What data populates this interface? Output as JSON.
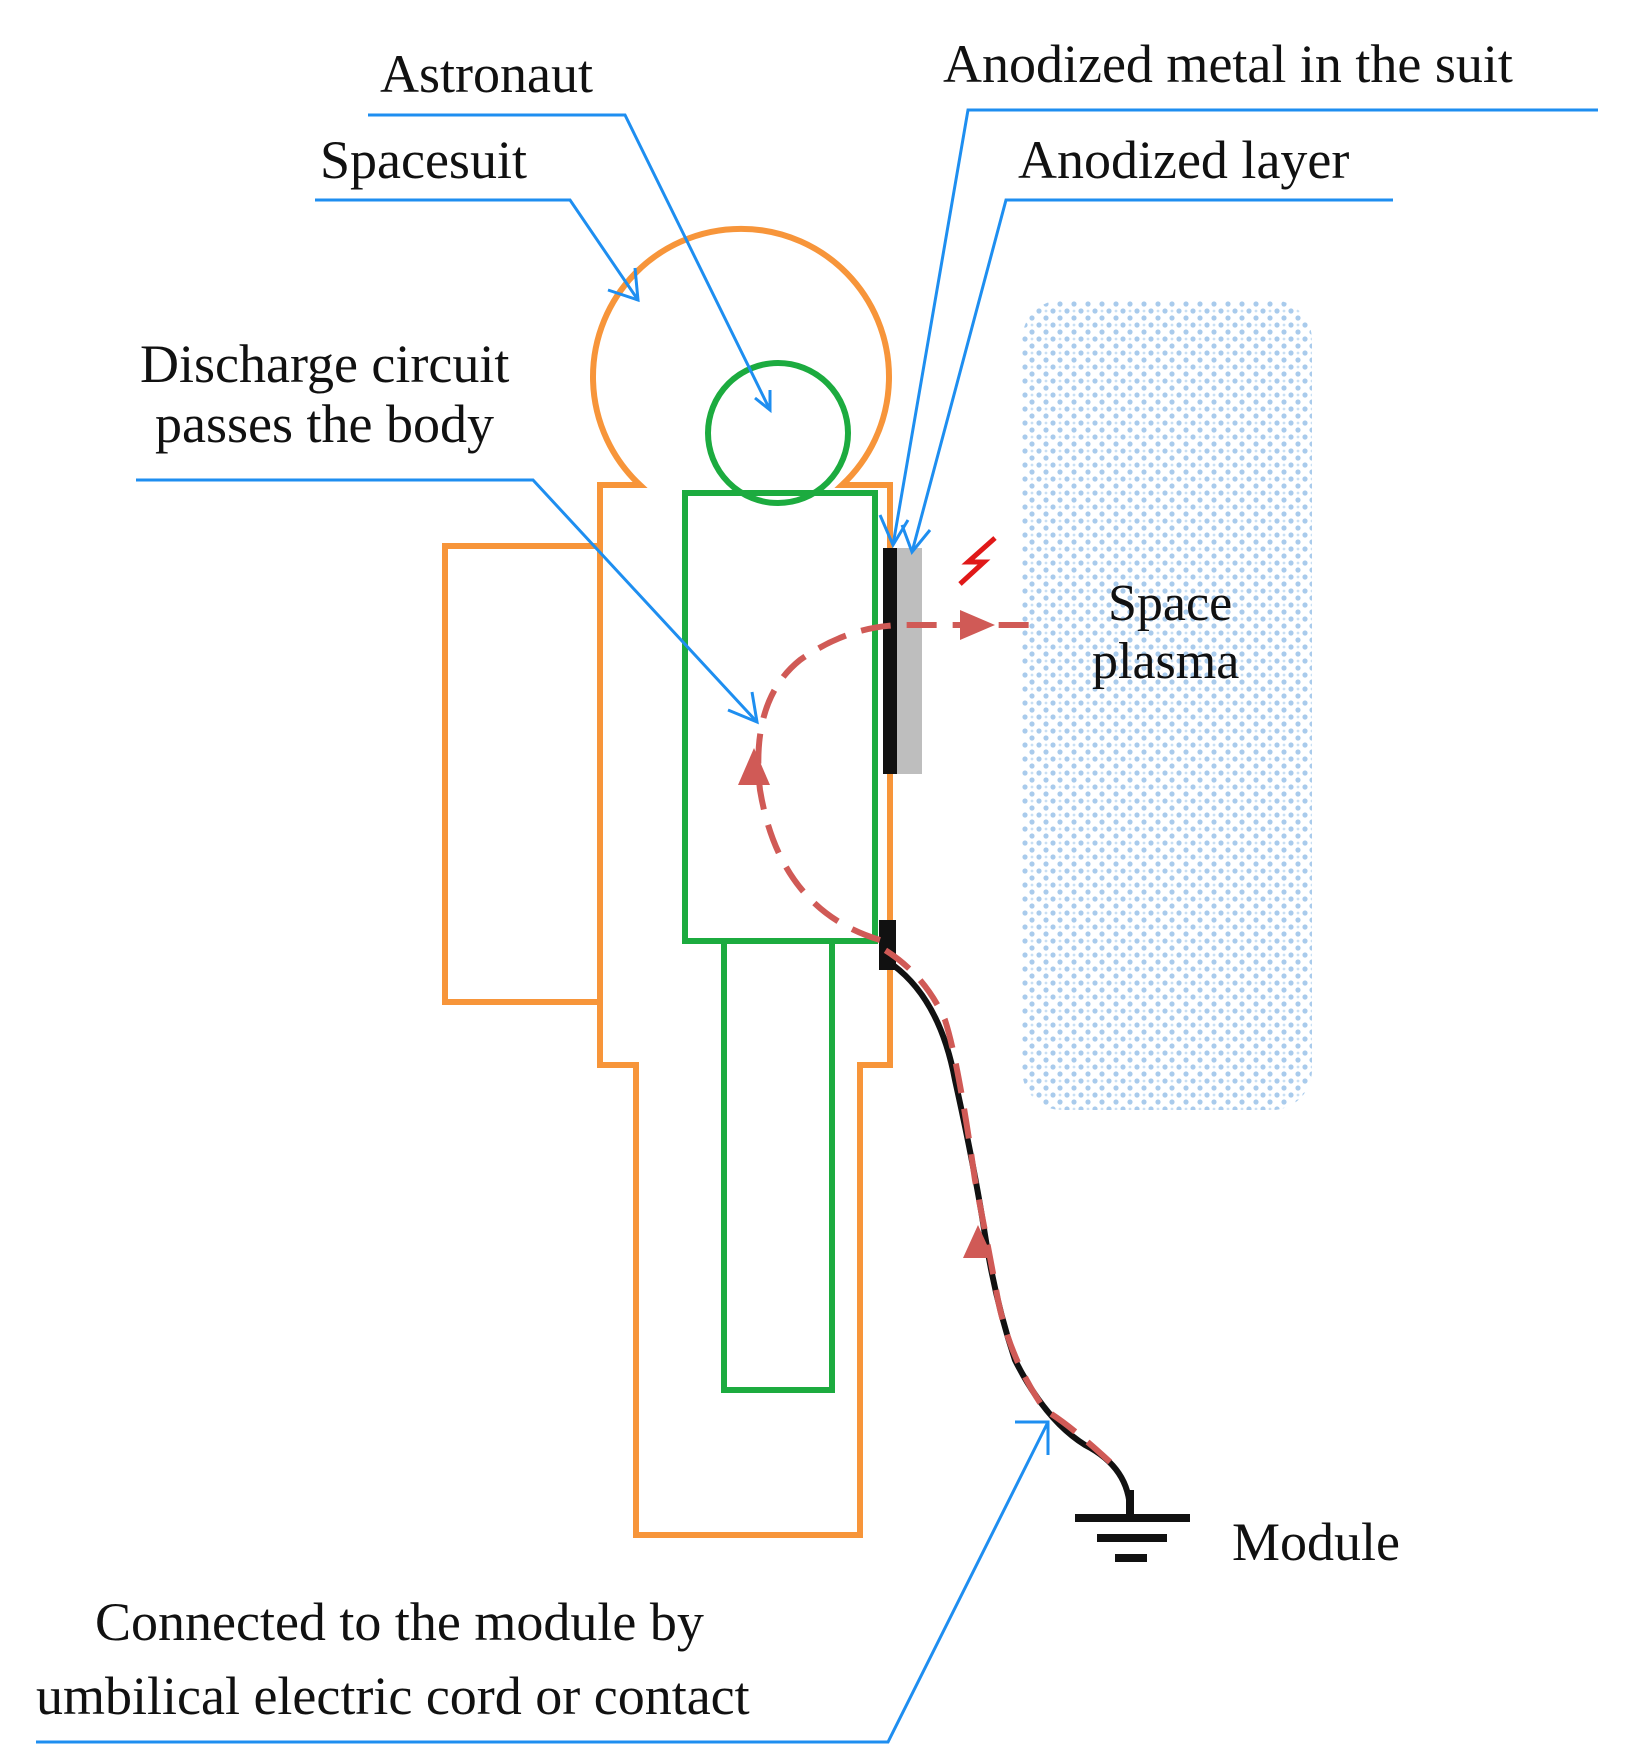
{
  "labels": {
    "astronaut": "Astronaut",
    "spacesuit": "Spacesuit",
    "anodized_metal": "Anodized metal in the suit",
    "anodized_layer": "Anodized layer",
    "discharge_line1": "Discharge circuit",
    "discharge_line2": "passes the body",
    "space_line1": "Space",
    "space_line2": "plasma",
    "module": "Module",
    "connected_line1": "Connected to the module by",
    "connected_line2": "umbilical electric cord or contact"
  },
  "colors": {
    "suit_outline": "#f7953a",
    "body_outline": "#1cab3f",
    "callout": "#1e8ef0",
    "discharge_path": "#d05a56",
    "spark": "#e01818",
    "anodized_layer": "#bebebe",
    "metal": "#111111",
    "plasma_dots": "#a9cbec",
    "text": "#111111"
  },
  "icons": {
    "spark": "lightning-bolt-icon",
    "ground": "ground-symbol-icon"
  }
}
